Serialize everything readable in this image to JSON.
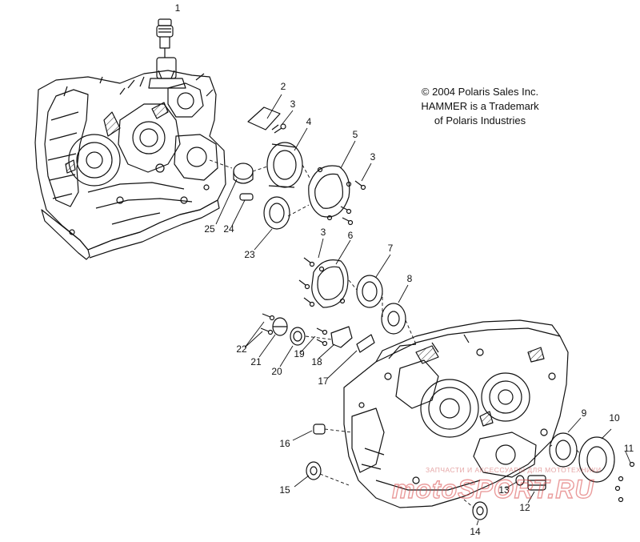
{
  "copyright": {
    "line1": "© 2004 Polaris Sales Inc.",
    "line2": "HAMMER is a Trademark",
    "line3": "of Polaris Industries"
  },
  "watermark": {
    "small": "ЗАПЧАСТИ И АКСЕССУАРЫ ДЛЯ МОТОТЕХНИКИ",
    "brand": "motoSPORT.RU"
  },
  "callouts": [
    {
      "id": "1",
      "label": "1"
    },
    {
      "id": "2",
      "label": "2"
    },
    {
      "id": "3a",
      "label": "3"
    },
    {
      "id": "4",
      "label": "4"
    },
    {
      "id": "5",
      "label": "5"
    },
    {
      "id": "3b",
      "label": "3"
    },
    {
      "id": "3c",
      "label": "3"
    },
    {
      "id": "6",
      "label": "6"
    },
    {
      "id": "7",
      "label": "7"
    },
    {
      "id": "8",
      "label": "8"
    },
    {
      "id": "25",
      "label": "25"
    },
    {
      "id": "24",
      "label": "24"
    },
    {
      "id": "23",
      "label": "23"
    },
    {
      "id": "22",
      "label": "22"
    },
    {
      "id": "21",
      "label": "21"
    },
    {
      "id": "20",
      "label": "20"
    },
    {
      "id": "19",
      "label": "19"
    },
    {
      "id": "18",
      "label": "18"
    },
    {
      "id": "17",
      "label": "17"
    },
    {
      "id": "16",
      "label": "16"
    },
    {
      "id": "15",
      "label": "15"
    },
    {
      "id": "14",
      "label": "14"
    },
    {
      "id": "13",
      "label": "13"
    },
    {
      "id": "12",
      "label": "12"
    },
    {
      "id": "11",
      "label": "11"
    },
    {
      "id": "10",
      "label": "10"
    },
    {
      "id": "9",
      "label": "9"
    }
  ]
}
